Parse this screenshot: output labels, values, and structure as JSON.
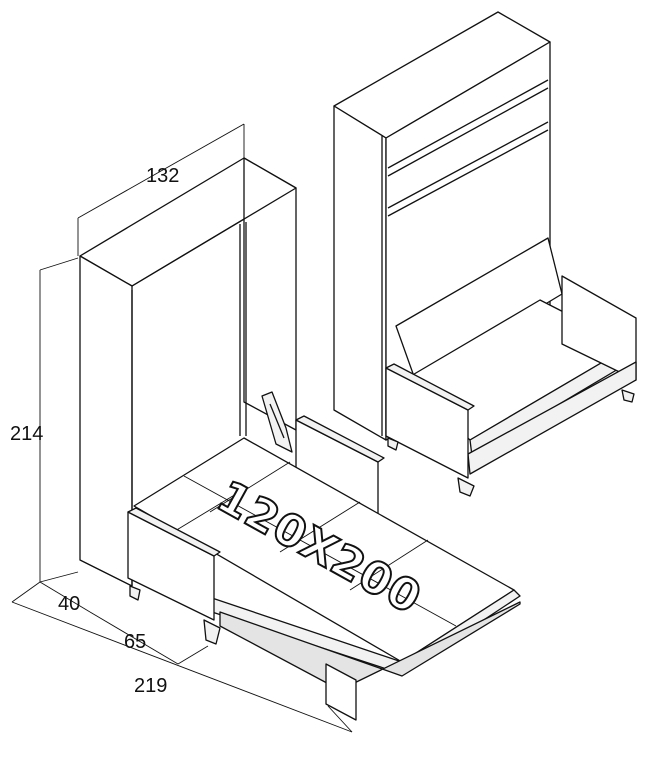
{
  "dimensions": {
    "width": "132",
    "height": "214",
    "depth_closed": "40",
    "depth_mid": "65",
    "depth_open": "219"
  },
  "mattress_size": "120X200"
}
